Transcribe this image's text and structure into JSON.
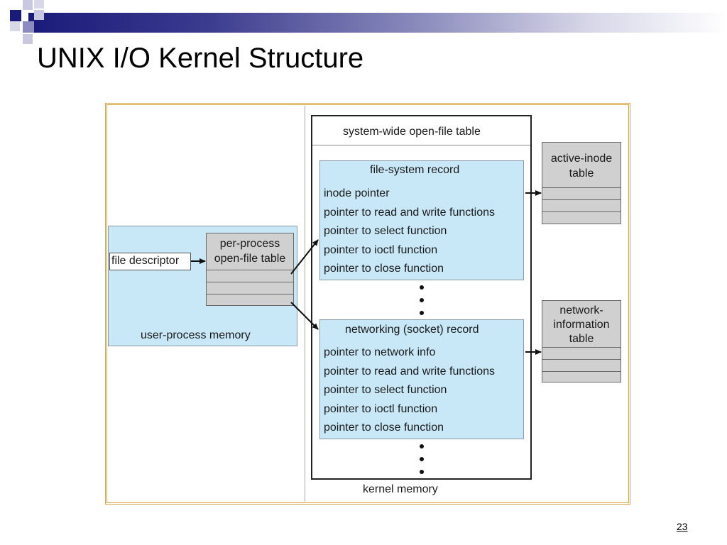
{
  "slide": {
    "title": "UNIX I/O Kernel Structure",
    "page_number": "23"
  },
  "diagram": {
    "user_process": {
      "label": "user-process memory",
      "file_descriptor": "file descriptor",
      "per_process_table": [
        "per-process",
        "open-file table"
      ]
    },
    "kernel": {
      "label": "kernel memory",
      "system_wide_table": "system-wide open-file table",
      "file_system_record": {
        "title": "file-system record",
        "items": [
          "inode pointer",
          "pointer to read and write functions",
          "pointer to select function",
          "pointer to ioctl function",
          "pointer to close function"
        ]
      },
      "networking_record": {
        "title": "networking (socket) record",
        "items": [
          "pointer to network info",
          "pointer to read and write functions",
          "pointer to select function",
          "pointer to ioctl function",
          "pointer to close function"
        ]
      }
    },
    "active_inode_table": [
      "active-inode",
      "table"
    ],
    "network_information_table": [
      "network-",
      "information",
      "table"
    ]
  },
  "colors": {
    "title_bar_dark": "#1a1a7a",
    "record_fill": "#c8e8f8",
    "table_fill": "#d0d0d0",
    "frame_border": "#d9a441"
  }
}
